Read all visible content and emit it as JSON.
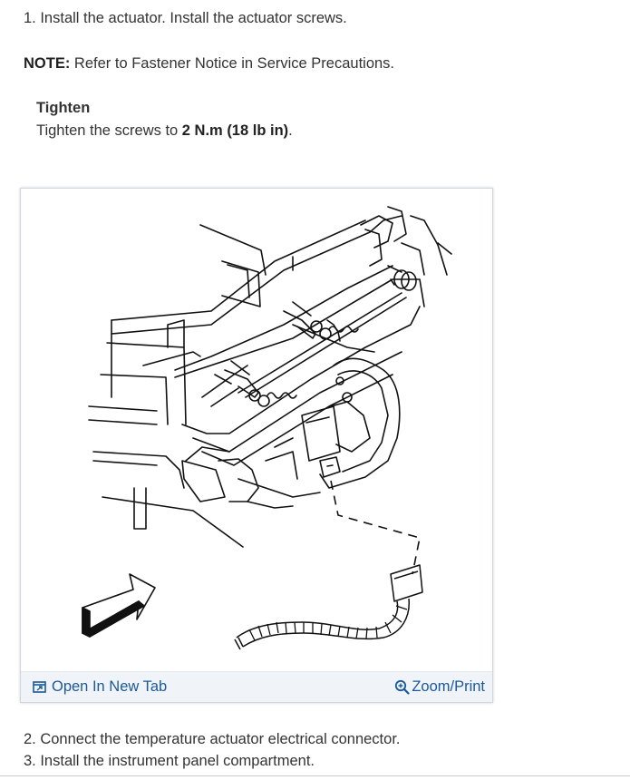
{
  "steps": {
    "step1": "1. Install the actuator. Install the actuator screws.",
    "step2": "2. Connect the temperature actuator electrical connector.",
    "step3": "3. Install the instrument panel compartment."
  },
  "note": {
    "label": "NOTE:",
    "text": " Refer to Fastener Notice in Service Precautions."
  },
  "tighten": {
    "title": "Tighten",
    "prefix": "Tighten the screws to ",
    "value": "2 N.m (18 lb in)",
    "suffix": "."
  },
  "figure": {
    "open_tab_label": "Open In New Tab",
    "zoom_print_label": "Zoom/Print",
    "link_color": "#1a5a9a",
    "toolbar_bg": "#f0f3f7",
    "icons": [
      "open-new-tab-icon",
      "zoom-magnifier-icon"
    ]
  }
}
